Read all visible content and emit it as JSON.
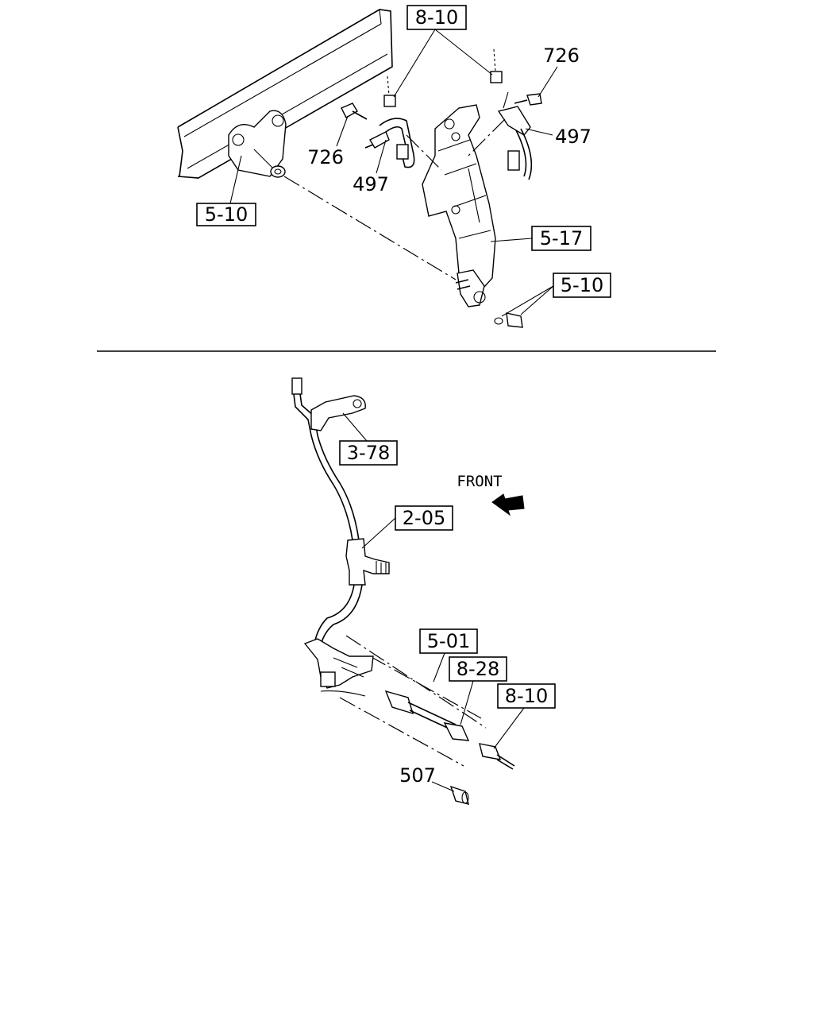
{
  "callouts": {
    "top_8_10": "8-10",
    "top_726_right": "726",
    "top_497_right": "497",
    "top_726_left": "726",
    "top_497_left": "497",
    "top_5_10_left": "5-10",
    "top_5_17": "5-17",
    "top_5_10_right": "5-10",
    "bot_3_78": "3-78",
    "bot_front": "FRONT",
    "bot_2_05": "2-05",
    "bot_5_01": "5-01",
    "bot_8_28": "8-28",
    "bot_8_10": "8-10",
    "bot_507": "507"
  }
}
